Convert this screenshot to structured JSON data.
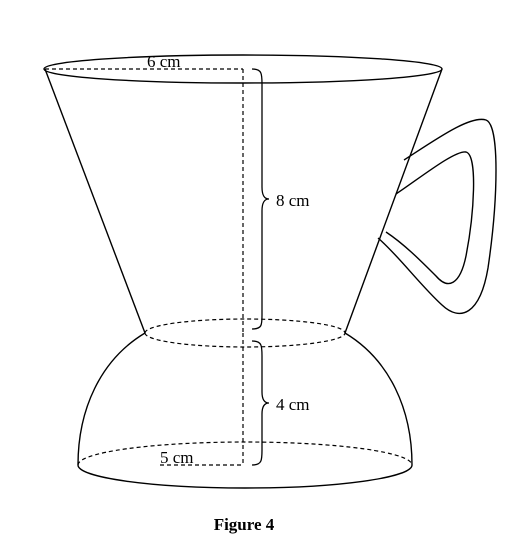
{
  "labels": {
    "top_radius": "6 cm",
    "cone_height": "8 cm",
    "dome_height": "4 cm",
    "base_radius": "5 cm"
  },
  "caption": "Figure 4"
}
